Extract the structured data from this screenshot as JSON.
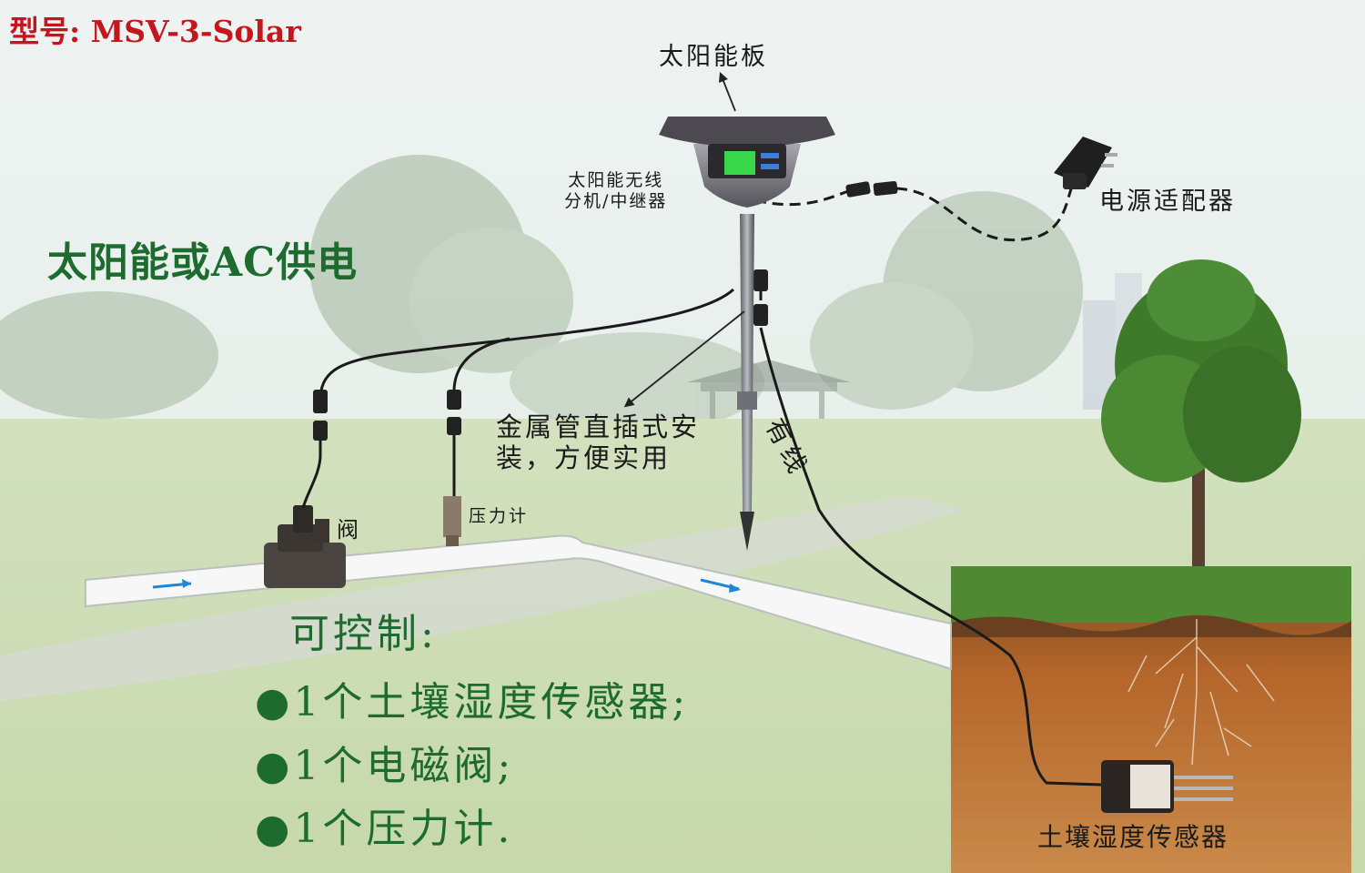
{
  "model_label": "型号: MSV-3-Solar",
  "power_label": "太阳能或AC供电",
  "labels": {
    "solar_panel": "太阳能板",
    "wireless_unit_line1": "太阳能无线",
    "wireless_unit_line2": "分机/中继器",
    "power_adapter": "电源适配器",
    "install_line1": "金属管直插式安",
    "install_line2": "装，方便实用",
    "wired": "有线",
    "valve": "阀",
    "pressure_gauge": "压力计",
    "soil_sensor": "土壤湿度传感器"
  },
  "controls": {
    "title": "可控制:",
    "items": [
      "●1个土壤湿度传感器;",
      "●1个电磁阀;",
      "●1个压力计."
    ]
  },
  "colors": {
    "model_text": "#c4161c",
    "green_text": "#1d6b2e",
    "display_screen": "#39d84a",
    "flow_arrow": "#1e88d6"
  }
}
